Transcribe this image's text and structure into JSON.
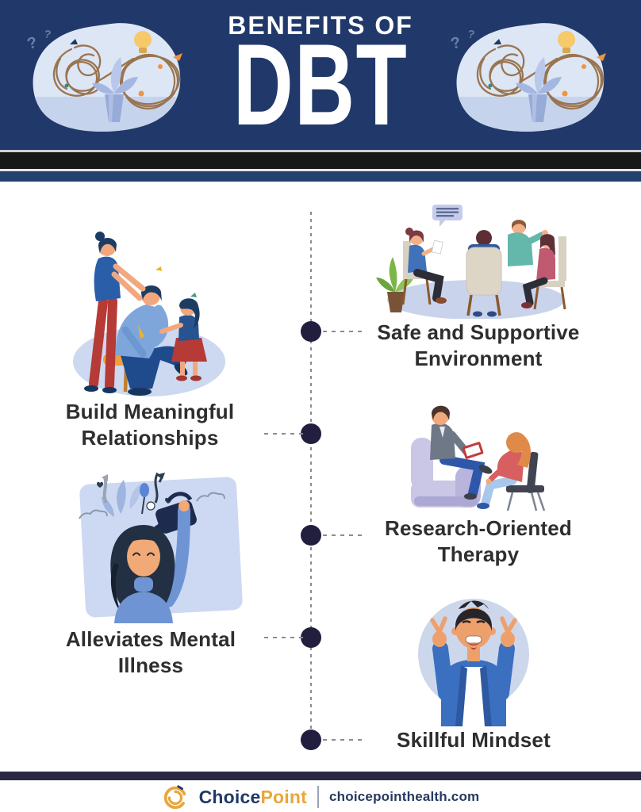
{
  "header": {
    "title_line1": "BENEFITS OF",
    "title_line2": "DBT"
  },
  "illustrations": {
    "brain_q1": "?",
    "brain_q2": "?"
  },
  "benefits": [
    {
      "label": "Safe and Supportive Environment",
      "side": "right",
      "illustration": "group-therapy"
    },
    {
      "label": "Build Meaningful Relationships",
      "side": "left",
      "illustration": "family-support"
    },
    {
      "label": "Research-Oriented Therapy",
      "side": "right",
      "illustration": "therapy-session"
    },
    {
      "label": "Alleviates Mental Illness",
      "side": "left",
      "illustration": "watering-mind"
    },
    {
      "label": "Skillful Mindset",
      "side": "right",
      "illustration": "crossed-fingers"
    }
  ],
  "footer": {
    "brand_part1": "Choice",
    "brand_part2": "Point",
    "website": "choicepointhealth.com"
  },
  "colors": {
    "header_navy": "#21396a",
    "stripe_black": "#181818",
    "timeline_dot": "#221e3e",
    "timeline_gray": "#8c8c8c",
    "accent_gold": "#e9a63b",
    "brand_navy": "#1f3a68",
    "text_dark": "#2e2e2e"
  }
}
